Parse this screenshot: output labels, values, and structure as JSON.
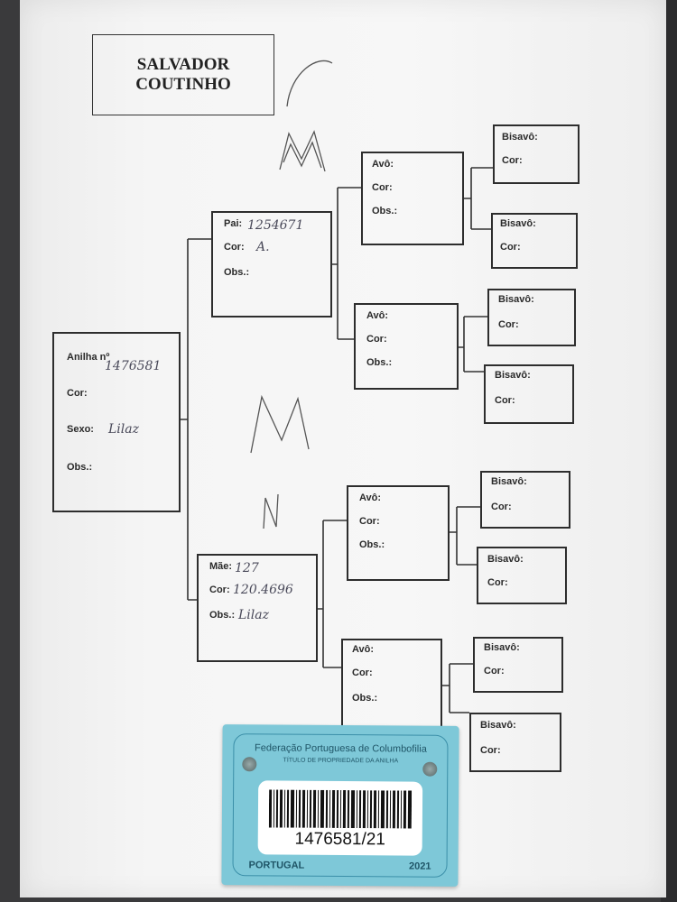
{
  "header": {
    "line1": "SALVADOR",
    "line2": "COUTINHO"
  },
  "subject": {
    "labels": {
      "ring": "Anilha nº",
      "color": "Cor:",
      "sex": "Sexo:",
      "obs": "Obs.:"
    },
    "values": {
      "ring": "1476581",
      "sex": "Lilaz"
    }
  },
  "father": {
    "labels": {
      "ring": "Pai:",
      "color": "Cor:",
      "obs": "Obs.:"
    },
    "values": {
      "ring": "1254671",
      "color": "A."
    }
  },
  "mother": {
    "labels": {
      "ring": "Mãe:",
      "color": "Cor:",
      "obs": "Obs.:"
    },
    "values": {
      "ring": "127",
      "color": "120.4696",
      "obs": "Lilaz"
    }
  },
  "grandparents": [
    {
      "labels": {
        "title": "Avô:",
        "color": "Cor:",
        "obs": "Obs.:"
      }
    },
    {
      "labels": {
        "title": "Avô:",
        "color": "Cor:",
        "obs": "Obs.:"
      }
    },
    {
      "labels": {
        "title": "Avô:",
        "color": "Cor:",
        "obs": "Obs.:"
      }
    },
    {
      "labels": {
        "title": "Avô:",
        "color": "Cor:",
        "obs": "Obs.:"
      }
    }
  ],
  "great_grandparents": [
    {
      "labels": {
        "title": "Bisavô:",
        "color": "Cor:"
      }
    },
    {
      "labels": {
        "title": "Bisavô:",
        "color": "Cor:"
      }
    },
    {
      "labels": {
        "title": "Bisavô:",
        "color": "Cor:"
      }
    },
    {
      "labels": {
        "title": "Bisavô:",
        "color": "Cor:"
      }
    },
    {
      "labels": {
        "title": "Bisavô:",
        "color": "Cor:"
      }
    },
    {
      "labels": {
        "title": "Bisavô:",
        "color": "Cor:"
      }
    },
    {
      "labels": {
        "title": "Bisavô:",
        "color": "Cor:"
      }
    },
    {
      "labels": {
        "title": "Bisavô:",
        "color": "Cor:"
      }
    }
  ],
  "annotations": {
    "mark1": "M",
    "mark2": "M",
    "mark3": "N"
  },
  "ring_card": {
    "organization": "Federação Portuguesa de Columbofilia",
    "subtitle": "TÍTULO DE PROPRIEDADE DA ANILHA",
    "ring_number": "1476581/21",
    "country": "PORTUGAL",
    "year": "2021",
    "colors": {
      "card": "#7ec8d8",
      "text": "#1f5567"
    }
  }
}
